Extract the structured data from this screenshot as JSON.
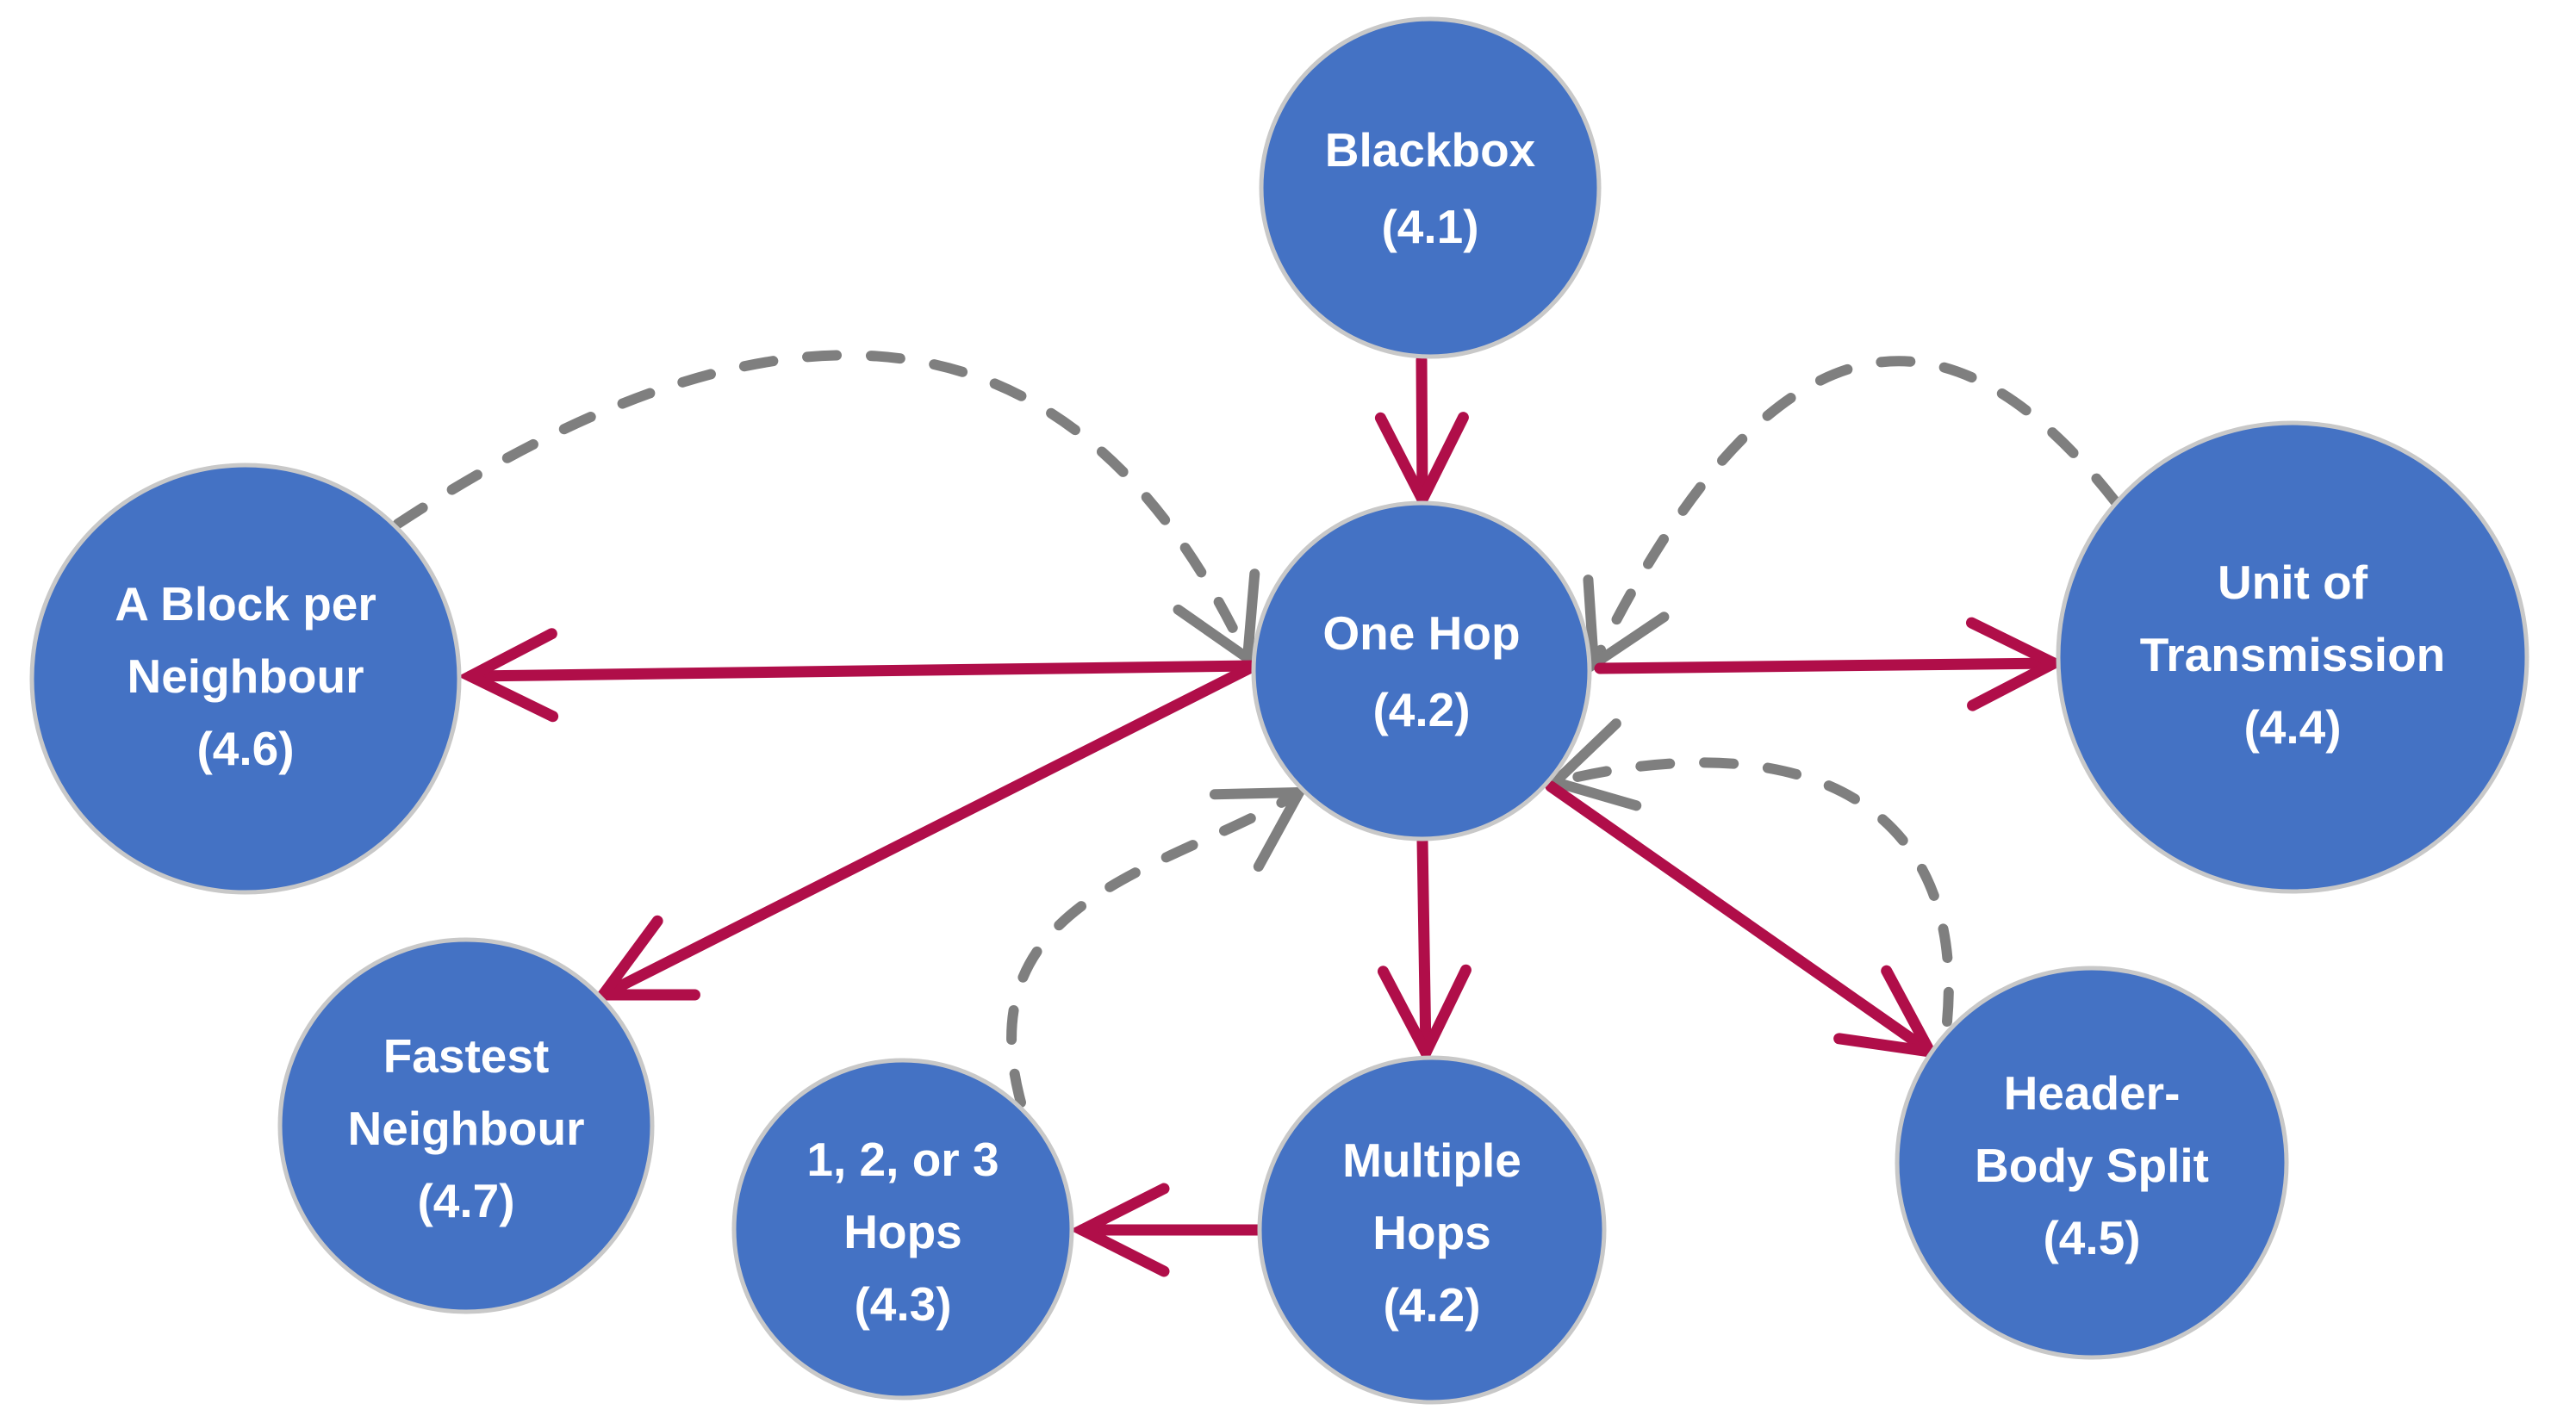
{
  "diagram": {
    "description": "Design-alternatives relationship diagram",
    "colors": {
      "node_fill": "#4472C4",
      "node_border": "#C8C8C8",
      "node_text": "#FFFFFF",
      "solid_arrow": "#B00E49",
      "dashed_arrow": "#7F7F7F",
      "background": "#FFFFFF"
    },
    "nodes": [
      {
        "id": "blackbox",
        "label": "Blackbox (4.1)",
        "section": "4.1",
        "lines": [
          "Blackbox",
          "(4.1)"
        ]
      },
      {
        "id": "one-hop",
        "label": "One Hop (4.2)",
        "section": "4.2",
        "lines": [
          "One Hop",
          "(4.2)"
        ]
      },
      {
        "id": "a-block-per-neighbour",
        "label": "A Block per Neighbour (4.6)",
        "section": "4.6",
        "lines": [
          "A Block per",
          "Neighbour",
          "(4.6)"
        ]
      },
      {
        "id": "unit-of-transmission",
        "label": "Unit of Transmission (4.4)",
        "section": "4.4",
        "lines": [
          "Unit of",
          "Transmission",
          "(4.4)"
        ]
      },
      {
        "id": "fastest-neighbour",
        "label": "Fastest Neighbour (4.7)",
        "section": "4.7",
        "lines": [
          "Fastest",
          "Neighbour",
          "(4.7)"
        ]
      },
      {
        "id": "one-two-or-three-hops",
        "label": "1, 2, or 3 Hops (4.3)",
        "section": "4.3",
        "lines": [
          "1, 2, or 3",
          "Hops",
          "(4.3)"
        ]
      },
      {
        "id": "multiple-hops",
        "label": "Multiple Hops (4.2)",
        "section": "4.2",
        "lines": [
          "Multiple",
          "Hops",
          "(4.2)"
        ]
      },
      {
        "id": "header-body-split",
        "label": "Header-Body Split (4.5)",
        "section": "4.5",
        "lines": [
          "Header-",
          "Body Split",
          "(4.5)"
        ]
      }
    ],
    "edges": [
      {
        "from": "blackbox",
        "to": "one-hop",
        "style": "solid-red-arrow"
      },
      {
        "from": "one-hop",
        "to": "a-block-per-neighbour",
        "style": "solid-red-arrow"
      },
      {
        "from": "one-hop",
        "to": "unit-of-transmission",
        "style": "solid-red-arrow"
      },
      {
        "from": "one-hop",
        "to": "fastest-neighbour",
        "style": "solid-red-arrow"
      },
      {
        "from": "one-hop",
        "to": "multiple-hops",
        "style": "solid-red-arrow"
      },
      {
        "from": "one-hop",
        "to": "header-body-split",
        "style": "solid-red-arrow"
      },
      {
        "from": "multiple-hops",
        "to": "one-two-or-three-hops",
        "style": "solid-red-arrow"
      },
      {
        "from": "a-block-per-neighbour",
        "to": "one-hop",
        "style": "dashed-gray-arc"
      },
      {
        "from": "unit-of-transmission",
        "to": "one-hop",
        "style": "dashed-gray-arc"
      },
      {
        "from": "one-two-or-three-hops",
        "to": "one-hop",
        "style": "dashed-gray-arc"
      },
      {
        "from": "header-body-split",
        "to": "one-hop",
        "style": "dashed-gray-arc"
      }
    ]
  }
}
